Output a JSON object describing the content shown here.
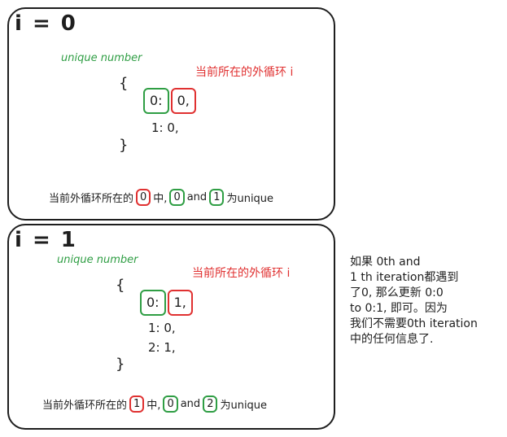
{
  "panels": [
    {
      "title": "i = 0",
      "unique_label": "unique number",
      "outer_label": "当前所在的外循环 i",
      "brace_open": "{",
      "brace_close": "}",
      "row1": {
        "key": "0:",
        "value": "0,"
      },
      "rows": [
        {
          "text": "1: 0,"
        }
      ],
      "caption": {
        "prefix": "当前外循环所在的",
        "box1": "0",
        "mid": "中,",
        "box2": "0",
        "and": "and",
        "box3": "1",
        "suffix": "为unique"
      }
    },
    {
      "title": "i = 1",
      "unique_label": "unique number",
      "outer_label": "当前所在的外循环 i",
      "brace_open": "{",
      "brace_close": "}",
      "row1": {
        "key": "0:",
        "value": "1,"
      },
      "rows": [
        {
          "text": "1: 0,"
        },
        {
          "text": "2: 1,"
        }
      ],
      "caption": {
        "prefix": "当前外循环所在的",
        "box1": "1",
        "mid": "中,",
        "box2": "0",
        "and": "and",
        "box3": "2",
        "suffix": "为unique"
      }
    }
  ],
  "note": {
    "lines": [
      "如果 0th and",
      "1 th iteration都遇到",
      "了0, 那么更新 0:0",
      "to 0:1, 即可。因为",
      "我们不需要0th iteration",
      "中的任何信息了."
    ]
  },
  "colors": {
    "green": "#2f9e44",
    "red": "#e03131",
    "ink": "#1e1e1e"
  }
}
